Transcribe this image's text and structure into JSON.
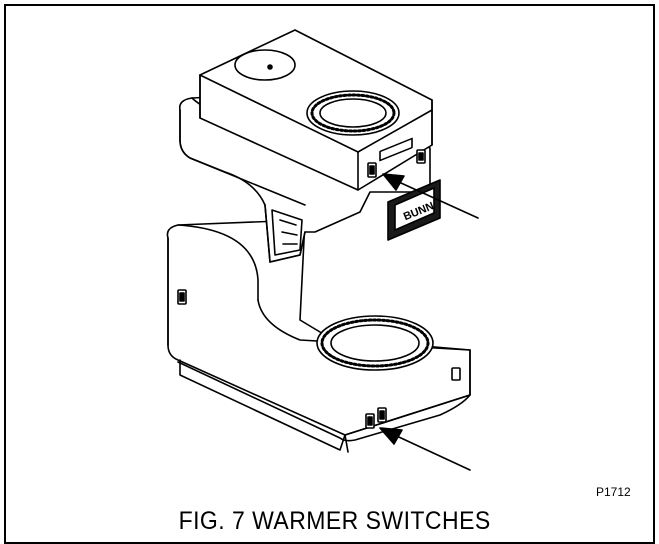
{
  "figure": {
    "caption": "FIG. 7 WARMER SWITCHES",
    "part_number": "P1712",
    "logo_text": "BUNN"
  },
  "colors": {
    "line": "#000000",
    "background": "#ffffff",
    "logo_plate": "#1a1a1a"
  }
}
